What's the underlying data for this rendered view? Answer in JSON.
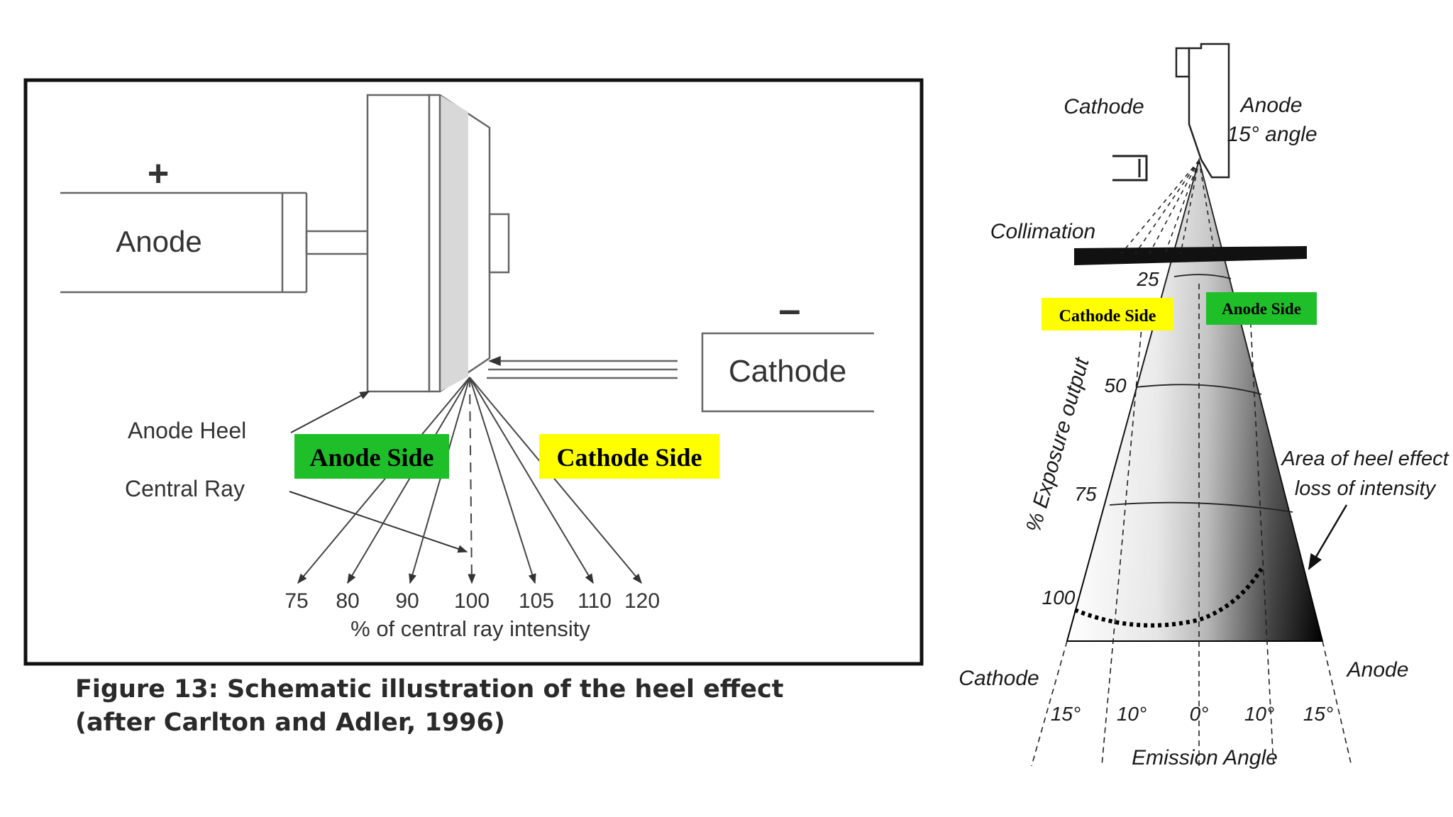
{
  "left": {
    "plus_sign": "+",
    "minus_sign": "–",
    "anode_label": "Anode",
    "cathode_label": "Cathode",
    "anode_heel_label": "Anode Heel",
    "central_ray_label": "Central Ray",
    "highlight_anode": "Anode Side",
    "highlight_cathode": "Cathode Side",
    "intensity_values": [
      "75",
      "80",
      "90",
      "100",
      "105",
      "110",
      "120"
    ],
    "axis_caption": "% of central ray intensity",
    "caption_line1": "Figure 13: Schematic illustration of the heel effect",
    "caption_line2": "(after Carlton and Adler, 1996)"
  },
  "right": {
    "cathode_top": "Cathode",
    "anode_top": "Anode",
    "anode_angle": "15° angle",
    "collimation": "Collimation",
    "highlight_cathode": "Cathode Side",
    "highlight_anode": "Anode Side",
    "exposure_axis": "% Exposure output",
    "exposure_ticks": [
      "25",
      "50",
      "75",
      "100"
    ],
    "heel_note_line1": "Area of heel effect",
    "heel_note_line2": "loss of intensity",
    "cathode_bottom": "Cathode",
    "anode_bottom": "Anode",
    "angle_ticks": [
      "15°",
      "10°",
      "0°",
      "10°",
      "15°"
    ],
    "emission_angle": "Emission Angle"
  },
  "colors": {
    "highlight_green": "#1fbf2a",
    "highlight_yellow": "#ffff00"
  }
}
